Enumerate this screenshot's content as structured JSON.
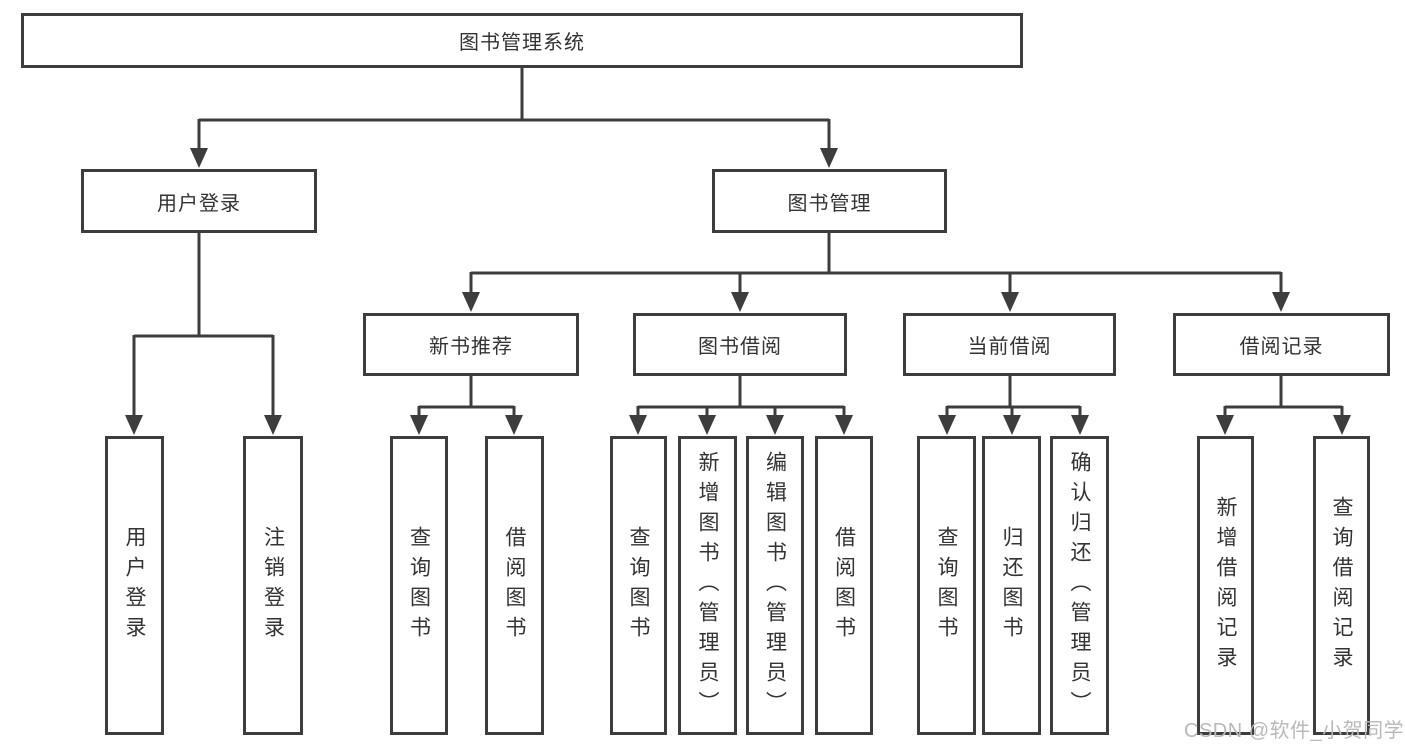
{
  "diagram": {
    "type": "hierarchy-tree",
    "colors": {
      "line": "#3d3d3d",
      "border": "#3d3d3d",
      "text": "#333333",
      "background": "#ffffff",
      "watermark_text_color": "#b9b9b9"
    },
    "tree": {
      "label": "图书管理系统",
      "children": [
        {
          "label": "用户登录",
          "children": [
            {
              "label": "用户登录"
            },
            {
              "label": "注销登录"
            }
          ]
        },
        {
          "label": "图书管理",
          "children": [
            {
              "label": "新书推荐",
              "children": [
                {
                  "label": "查询图书"
                },
                {
                  "label": "借阅图书"
                }
              ]
            },
            {
              "label": "图书借阅",
              "children": [
                {
                  "label": "查询图书"
                },
                {
                  "label": "新增图书（管理员）"
                },
                {
                  "label": "编辑图书（管理员）"
                },
                {
                  "label": "借阅图书"
                }
              ]
            },
            {
              "label": "当前借阅",
              "children": [
                {
                  "label": "查询图书"
                },
                {
                  "label": "归还图书"
                },
                {
                  "label": "确认归还（管理员）"
                }
              ]
            },
            {
              "label": "借阅记录",
              "children": [
                {
                  "label": "新增借阅记录"
                },
                {
                  "label": "查询借阅记录"
                }
              ]
            }
          ]
        }
      ]
    },
    "watermark": "CSDN @软件_小贺同学"
  }
}
